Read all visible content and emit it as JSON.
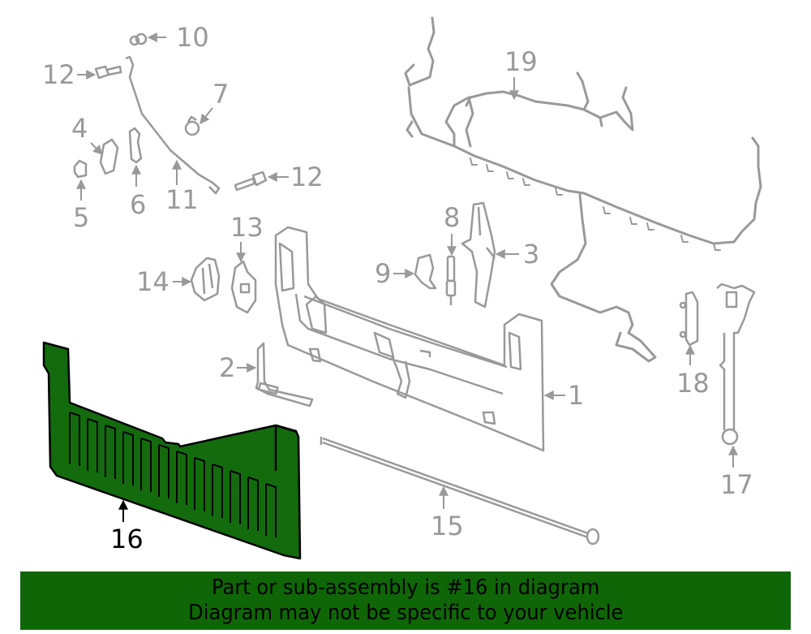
{
  "diagram": {
    "highlighted_part": "16",
    "colors": {
      "highlight_fill": "#136b0e",
      "highlight_stroke": "#000000",
      "part_stroke": "#999999",
      "label_gray": "#999999",
      "label_active": "#000000",
      "banner_bg": "#0f6606"
    },
    "callouts": [
      {
        "id": "1",
        "label": "1"
      },
      {
        "id": "2",
        "label": "2"
      },
      {
        "id": "3",
        "label": "3"
      },
      {
        "id": "4",
        "label": "4"
      },
      {
        "id": "5",
        "label": "5"
      },
      {
        "id": "6",
        "label": "6"
      },
      {
        "id": "7",
        "label": "7"
      },
      {
        "id": "8",
        "label": "8"
      },
      {
        "id": "9",
        "label": "9"
      },
      {
        "id": "10",
        "label": "10"
      },
      {
        "id": "11",
        "label": "11"
      },
      {
        "id": "12a",
        "label": "12"
      },
      {
        "id": "12b",
        "label": "12"
      },
      {
        "id": "13",
        "label": "13"
      },
      {
        "id": "14",
        "label": "14"
      },
      {
        "id": "15",
        "label": "15"
      },
      {
        "id": "16",
        "label": "16"
      },
      {
        "id": "17",
        "label": "17"
      },
      {
        "id": "18",
        "label": "18"
      },
      {
        "id": "19",
        "label": "19"
      }
    ]
  },
  "banner": {
    "line1": "Part or sub-assembly is #16 in diagram",
    "line2": "Diagram may not be specific to your vehicle"
  }
}
